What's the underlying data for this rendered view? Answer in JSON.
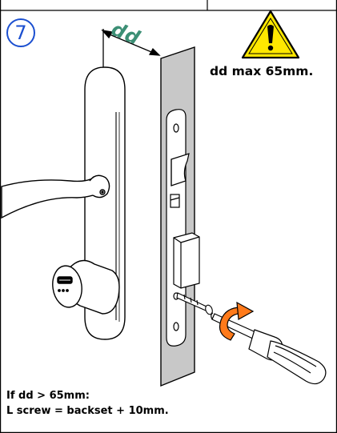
{
  "step": {
    "number": "7",
    "color": "#1b4fd0"
  },
  "dimension": {
    "label": "dd",
    "color": "#3c8f75"
  },
  "warning": {
    "icon": "warning-triangle-icon",
    "icon_color": "#ffe800",
    "caption": "dd max 65mm."
  },
  "note": {
    "line1": "If dd > 65mm:",
    "line2": "L screw = backset + 10mm."
  },
  "colors": {
    "plate": "#c8c8c8",
    "screwdriver_arrow": "#ff7a1a",
    "lines": "#000000"
  }
}
